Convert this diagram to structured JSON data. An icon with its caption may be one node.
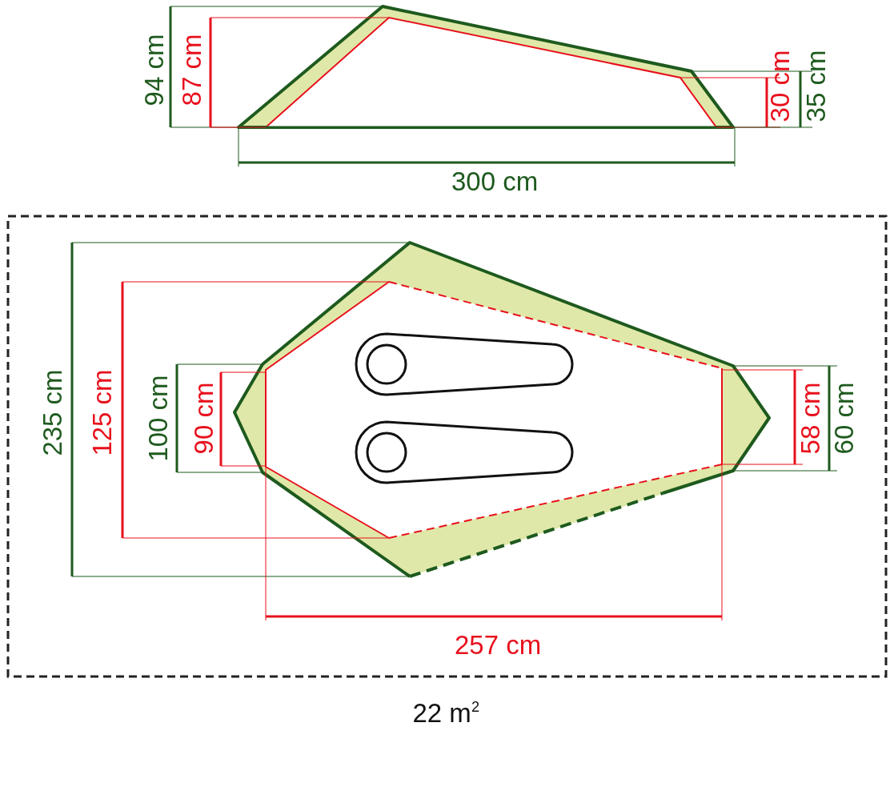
{
  "diagram": {
    "labels": [
      "94 cm",
      "87 cm",
      "30 cm",
      "35 cm",
      "300 cm",
      "235 cm",
      "125 cm",
      "100 cm",
      "90 cm",
      "58 cm",
      "60 cm",
      "257 cm",
      "22 m$^{2}$"
    ]
  }
}
